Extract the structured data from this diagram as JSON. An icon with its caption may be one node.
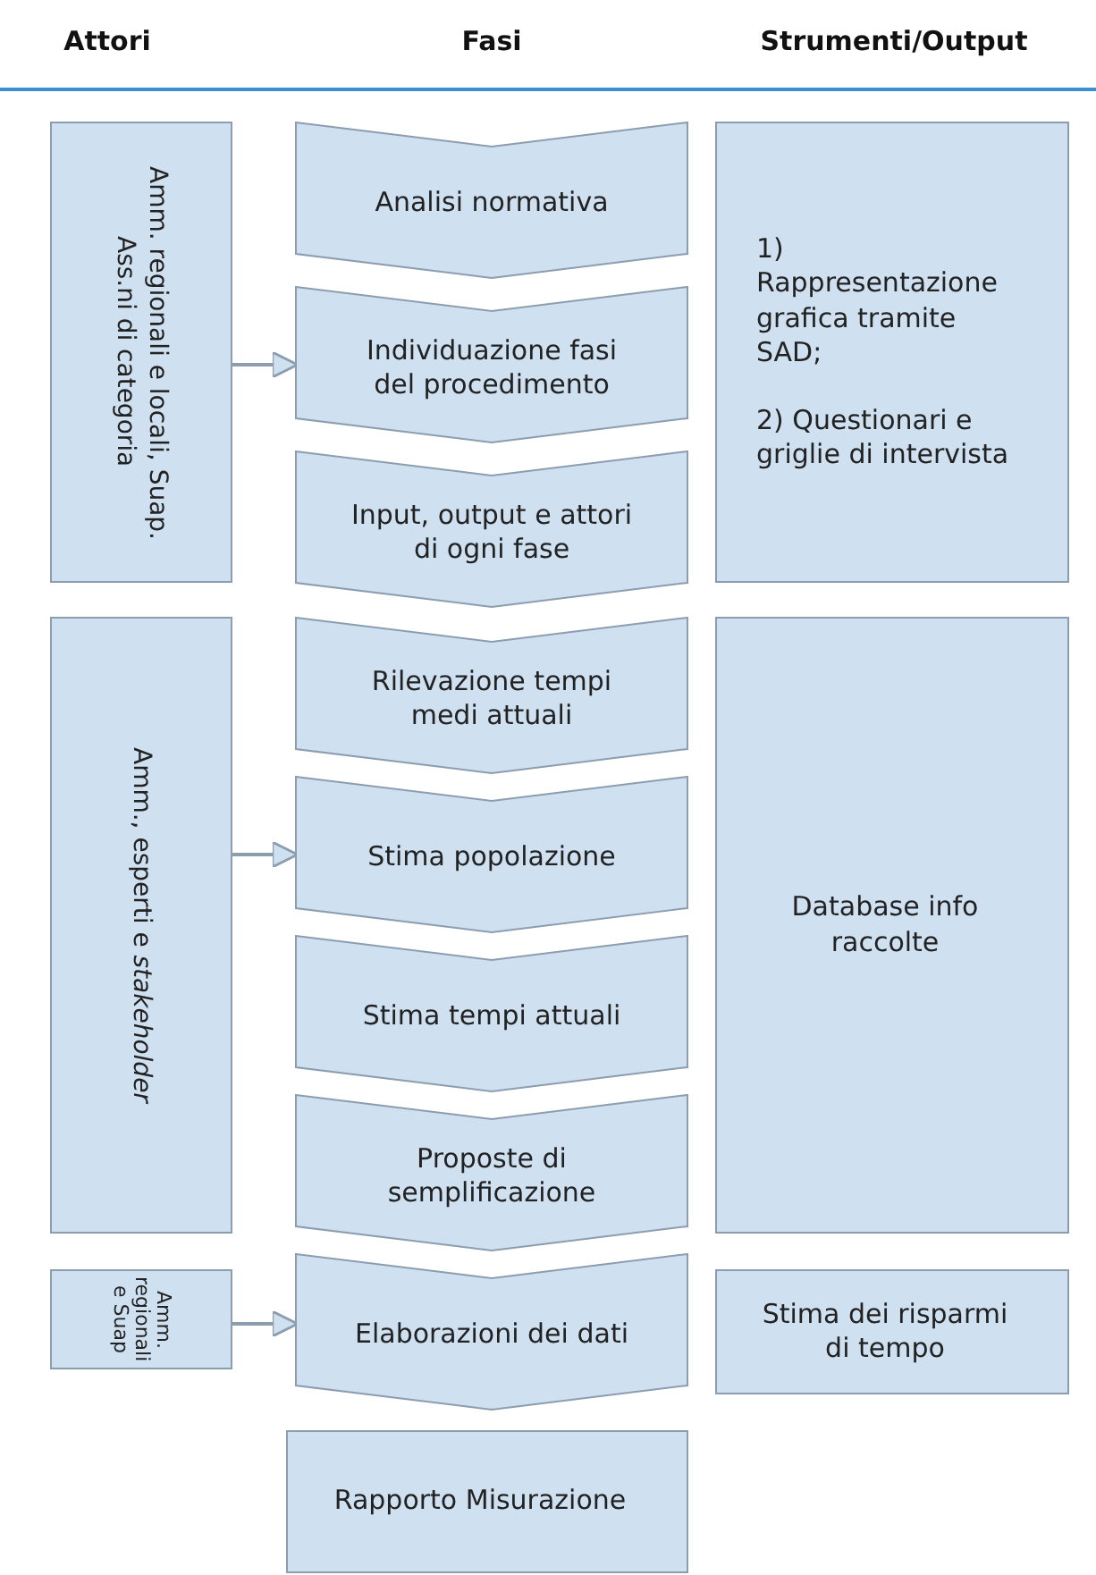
{
  "diagram": {
    "nodes": [
      {
        "text": [
          "Amm. regionali e locali, Suap. Ass.ni di categoria"
        ]
      },
      {
        "text": [
          "Analisi normativa"
        ]
      },
      {
        "text": [
          "Individuazione fasi del procedimento"
        ]
      },
      {
        "text": [
          "Input, output e attori di ogni fase"
        ]
      },
      {
        "text": [
          "1) Rappresentazione grafica tramite SAD;",
          "2) Questionari e griglie di intervista"
        ]
      },
      {
        "text": [
          "Amm., esperti e *stakeholder*"
        ]
      },
      {
        "text": [
          "Rilevazione tempi medi attuali"
        ]
      },
      {
        "text": [
          "Stima popolazione"
        ]
      },
      {
        "text": [
          "Stima tempi attuali"
        ]
      },
      {
        "text": [
          "Proposte di semplificazione"
        ]
      },
      {
        "text": [
          "Database info raccolte"
        ]
      },
      {
        "text": [
          "Amm. regionali e Suap"
        ]
      },
      {
        "text": [
          "Elaborazioni dei dati"
        ]
      },
      {
        "text": [
          "Stima dei risparmi di tempo"
        ]
      },
      {
        "text": [
          "Rapporto Misurazione"
        ]
      }
    ],
    "edges": [
      {
        "from": 0,
        "to": 2,
        "arrow": "to"
      },
      {
        "from": 5,
        "to": 7,
        "arrow": "to"
      },
      {
        "from": 11,
        "to": 12,
        "arrow": "to"
      }
    ],
    "labels": [
      "Attori",
      "Fasi",
      "Strumenti/Output"
    ]
  }
}
